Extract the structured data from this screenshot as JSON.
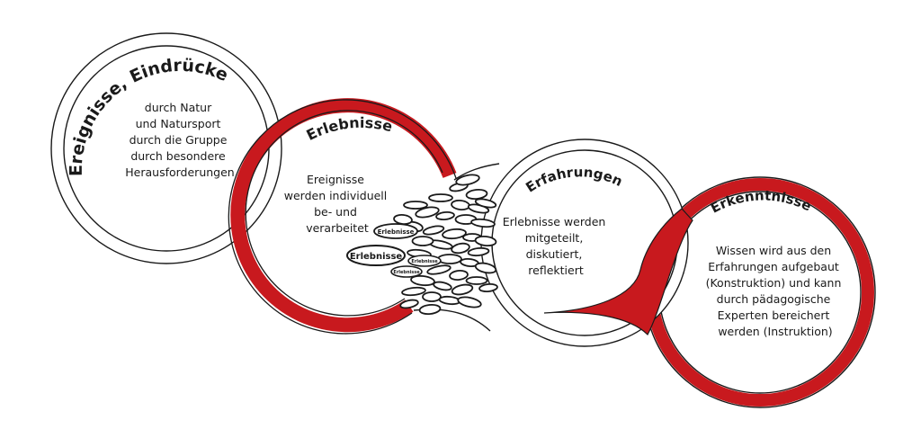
{
  "circles": [
    {
      "title": "Ereignisse, Eindrücke",
      "lines": [
        "durch Natur",
        "und Natursport",
        "durch die Gruppe",
        "durch besondere",
        "Herausforderungen"
      ]
    },
    {
      "title": "Erlebnisse",
      "lines": [
        "Ereignisse",
        "werden individuell",
        "be- und",
        "verarbeitet"
      ]
    },
    {
      "title": "Erfahrungen",
      "lines": [
        "Erlebnisse werden",
        "mitgeteilt,",
        "diskutiert,",
        "reflektiert"
      ]
    },
    {
      "title": "Erkenntnisse",
      "lines": [
        "Wissen wird aus den",
        "Erfahrungen aufgebaut",
        "(Konstruktion) und kann",
        "durch pädagogische",
        "Experten bereichert",
        "werden (Instruktion)"
      ]
    }
  ],
  "bubbles": {
    "label": "Erlebnisse"
  },
  "colors": {
    "red": "#c8191e",
    "ink": "#1a1a1a",
    "background": "#ffffff"
  }
}
